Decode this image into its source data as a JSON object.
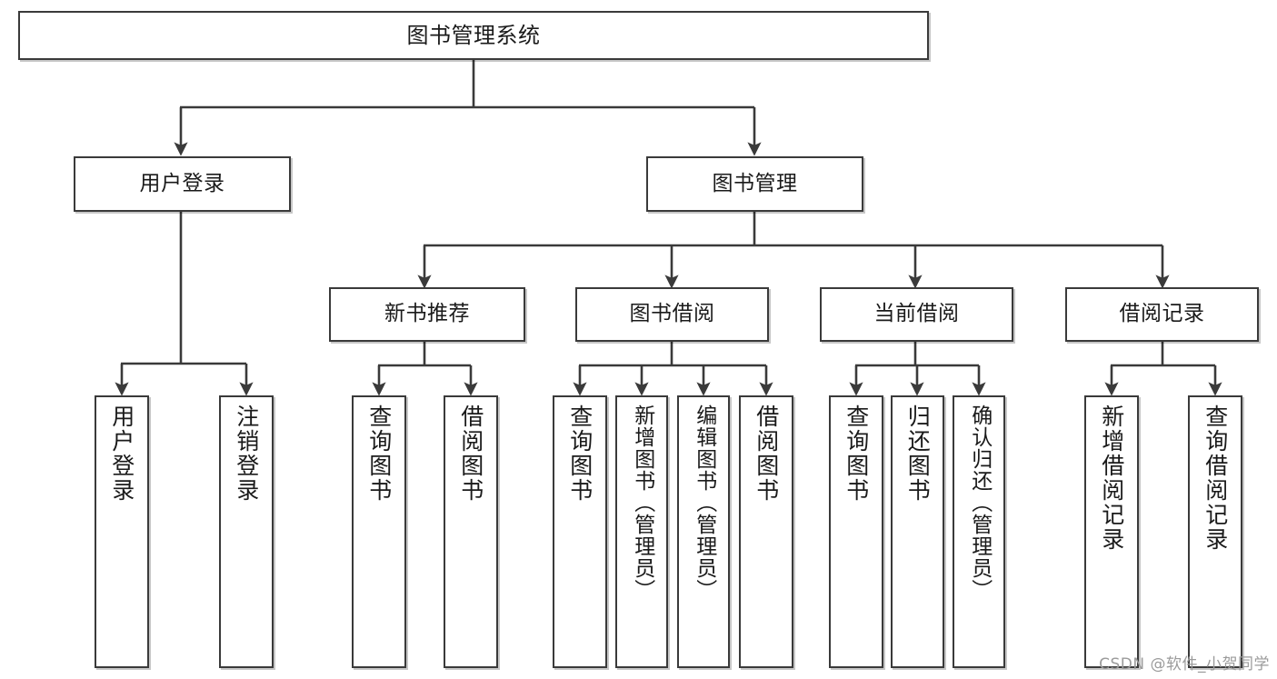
{
  "diagram": {
    "type": "tree-hierarchy",
    "title": "图书管理系统",
    "orientation": "top-down",
    "colors": {
      "box_border": "#3a3a3a",
      "box_fill": "#ffffff",
      "edge": "#3a3a3a",
      "text": "#1a1a1a",
      "watermark": "#9b9b9b",
      "background": "#ffffff"
    }
  },
  "watermark": "CSDN @软件_小贺同学",
  "nodes": {
    "root": {
      "id": "root",
      "label": "图书管理系统",
      "level": 0
    },
    "level1": [
      {
        "id": "user-login",
        "label": "用户登录",
        "level": 1
      },
      {
        "id": "book-manage",
        "label": "图书管理",
        "level": 1
      }
    ],
    "level2": [
      {
        "id": "new-book-recommend",
        "label": "新书推荐",
        "level": 2,
        "parent": "book-manage"
      },
      {
        "id": "book-borrow",
        "label": "图书借阅",
        "level": 2,
        "parent": "book-manage"
      },
      {
        "id": "current-borrow",
        "label": "当前借阅",
        "level": 2,
        "parent": "book-manage"
      },
      {
        "id": "borrow-record",
        "label": "借阅记录",
        "level": 2,
        "parent": "book-manage"
      }
    ],
    "leaves": [
      {
        "id": "leaf-user-login",
        "label": "用户登录",
        "parent": "user-login"
      },
      {
        "id": "leaf-user-logout",
        "label": "注销登录",
        "parent": "user-login"
      },
      {
        "id": "leaf-query-book-1",
        "label": "查询图书",
        "parent": "new-book-recommend"
      },
      {
        "id": "leaf-borrow-book-1",
        "label": "借阅图书",
        "parent": "new-book-recommend"
      },
      {
        "id": "leaf-query-book-2",
        "label": "查询图书",
        "parent": "book-borrow"
      },
      {
        "id": "leaf-add-book",
        "label": "新增图书（管理员）",
        "parent": "book-borrow"
      },
      {
        "id": "leaf-edit-book",
        "label": "编辑图书（管理员）",
        "parent": "book-borrow"
      },
      {
        "id": "leaf-borrow-book-2",
        "label": "借阅图书",
        "parent": "book-borrow"
      },
      {
        "id": "leaf-query-book-3",
        "label": "查询图书",
        "parent": "current-borrow"
      },
      {
        "id": "leaf-return-book",
        "label": "归还图书",
        "parent": "current-borrow"
      },
      {
        "id": "leaf-confirm-return",
        "label": "确认归还（管理员）",
        "parent": "current-borrow"
      },
      {
        "id": "leaf-add-record",
        "label": "新增借阅记录",
        "parent": "borrow-record"
      },
      {
        "id": "leaf-query-record",
        "label": "查询借阅记录",
        "parent": "borrow-record"
      }
    ]
  }
}
